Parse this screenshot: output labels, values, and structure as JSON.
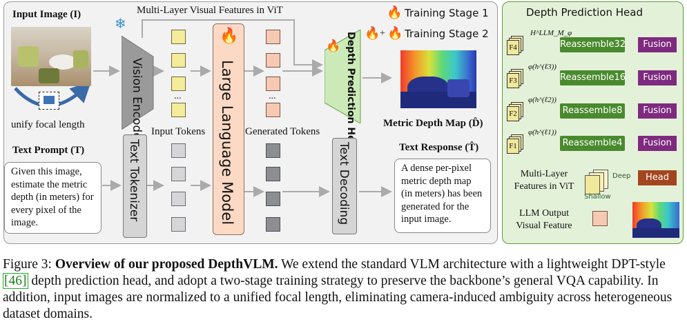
{
  "figure": {
    "input_image_label": "Input Image (I)",
    "unify_label": "unify focal length",
    "text_prompt_label": "Text Prompt (T)",
    "prompt_text": "Given this image, estimate the metric depth (in meters) for every pixel of the image.",
    "multilayer_label": "Multi-Layer Visual Features in ViT",
    "vision_encoder": "Vision Encoder",
    "text_tokenizer": "Text Tokenizer",
    "input_tokens": "Input Tokens",
    "llm": "Large Language Model",
    "generated_tokens": "Generated Tokens",
    "depth_head": "Depth Prediction Head",
    "text_decoding": "Text Decoding",
    "stage1": "Training Stage 1",
    "stage2": "Training Stage 2",
    "depth_map_label": "Metric Depth Map (D̂)",
    "text_response_label": "Text Response (T̂)",
    "response_text": "A dense per-pixel metric depth map (in meters) has been generated for the input image.",
    "dots": "..."
  },
  "head_panel": {
    "title": "Depth Prediction Head",
    "features": [
      "F4",
      "F3",
      "F2",
      "F1"
    ],
    "arrow_labels": [
      "H^LLM_M_φ",
      "φ(h^(ℓ3))",
      "φ(h^(ℓ2))",
      "φ(h^(ℓ1))"
    ],
    "reassemble": [
      "Reassemble32",
      "Reassemble16",
      "Reassemble8",
      "Reassemble4"
    ],
    "fusion": "Fusion",
    "head": "Head",
    "multilayer_legend": "Multi-Layer Features in ViT",
    "deep": "Deep",
    "shallow": "Shallow",
    "llm_output_legend": "LLM Output Visual Feature"
  },
  "caption": {
    "prefix": "Figure 3: ",
    "title": "Overview of our proposed DepthVLM.",
    "body1": " We extend the standard VLM architecture with a lightweight DPT-style ",
    "cite": "[46]",
    "body2": " depth prediction head, and adopt a two-stage training strategy to preserve the backbone’s general VQA capability. In addition, input images are normalized to a unified focal length, eliminating camera-induced ambiguity across heterogeneous dataset domains."
  },
  "colors": {
    "panel_bg": "#f2f2f2",
    "head_panel_bg": "#e4f1d9",
    "reassemble": "#4a8a2e",
    "fusion": "#7e2a7e",
    "head": "#a3451e",
    "citation": "#1a7f1a"
  }
}
